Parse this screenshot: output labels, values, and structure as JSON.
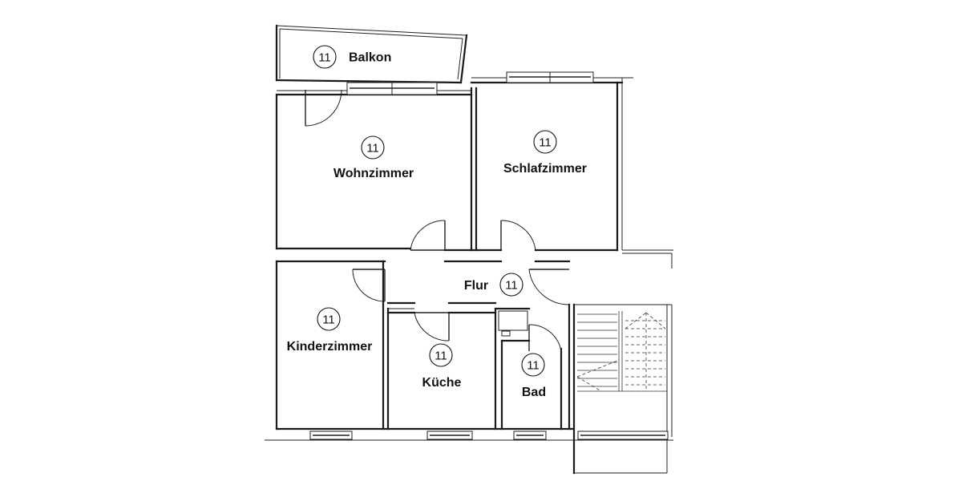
{
  "rooms": {
    "balkon": {
      "label": "Balkon",
      "number": "11"
    },
    "wohnzimmer": {
      "label": "Wohnzimmer",
      "number": "11"
    },
    "schlafzimmer": {
      "label": "Schlafzimmer",
      "number": "11"
    },
    "flur": {
      "label": "Flur",
      "number": "11"
    },
    "kinderzimmer": {
      "label": "Kinderzimmer",
      "number": "11"
    },
    "kueche": {
      "label": "Küche",
      "number": "11"
    },
    "bad": {
      "label": "Bad",
      "number": "11"
    }
  }
}
